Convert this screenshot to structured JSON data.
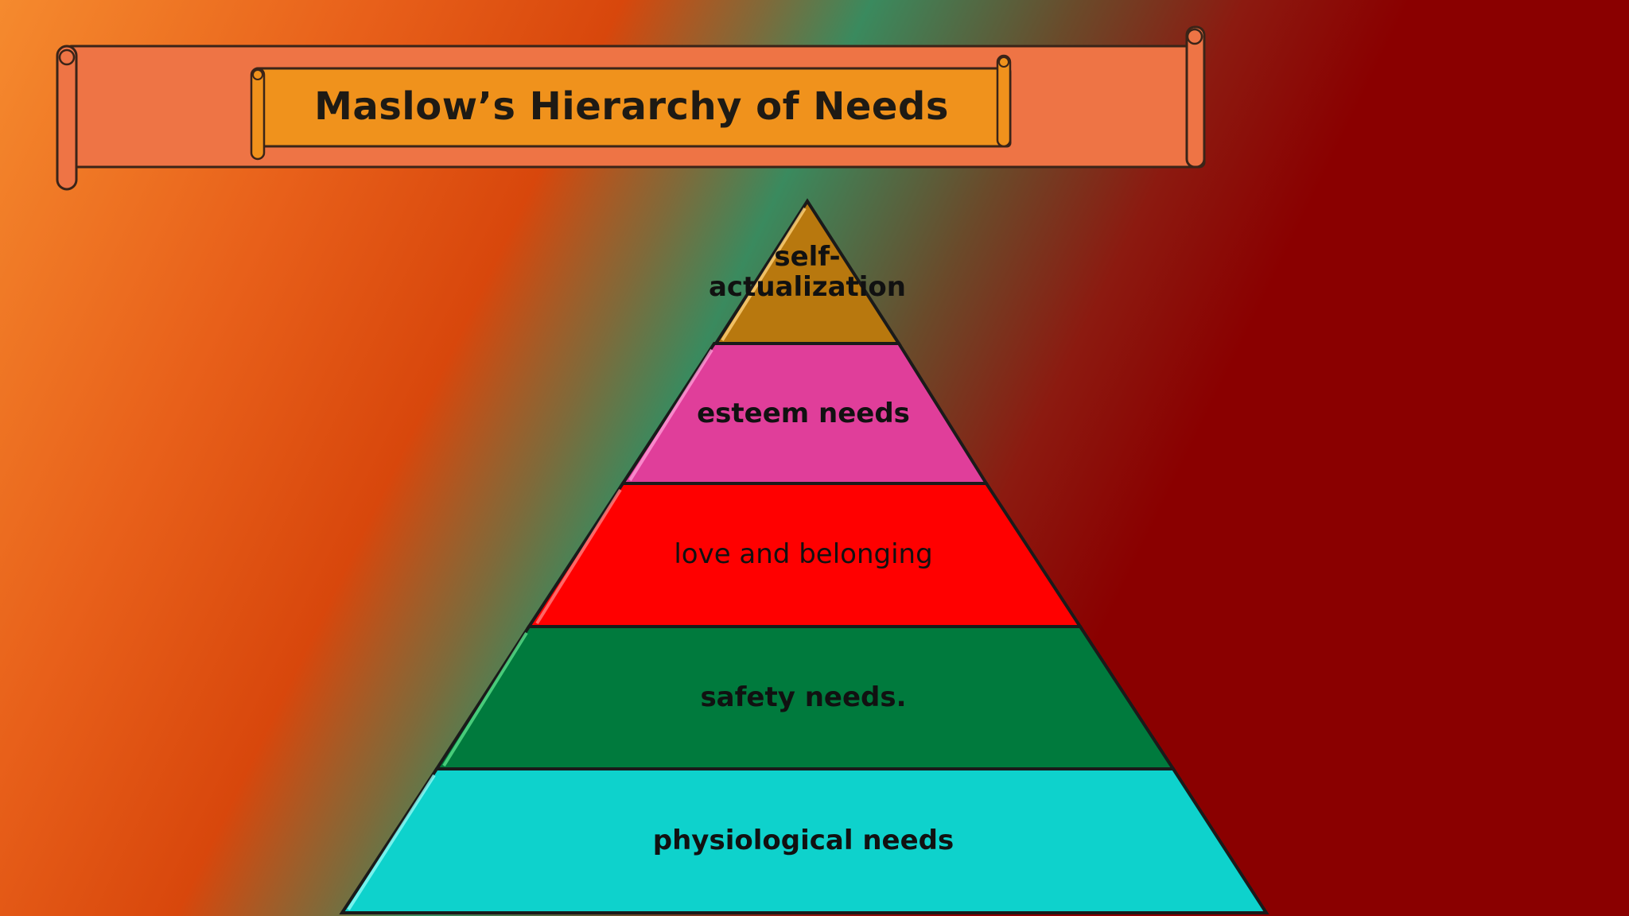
{
  "title": "Maslow’s Hierarchy of Needs",
  "tiers": [
    {
      "label": "self-\nactualization",
      "color": "#b8780e"
    },
    {
      "label": "esteem needs",
      "color": "#e03e9a"
    },
    {
      "label": "love and belonging",
      "color": "#ff0000"
    },
    {
      "label": "safety needs.",
      "color": "#007a3d"
    },
    {
      "label": "physiological needs",
      "color": "#0ed2cc"
    }
  ],
  "colors": {
    "banner_outer": "#ee7445",
    "banner_inner": "#f0921c",
    "outline": "#2a1a10"
  }
}
